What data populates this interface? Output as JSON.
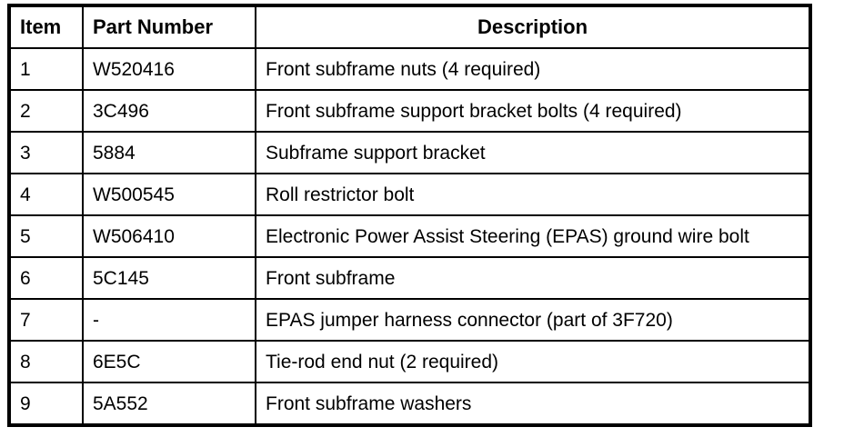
{
  "table": {
    "headers": [
      "Item",
      "Part Number",
      "Description"
    ],
    "rows": [
      {
        "item": "1",
        "part": "W520416",
        "desc": "Front subframe nuts (4 required)"
      },
      {
        "item": "2",
        "part": "3C496",
        "desc": "Front subframe support bracket bolts (4 required)"
      },
      {
        "item": "3",
        "part": "5884",
        "desc": "Subframe support bracket"
      },
      {
        "item": "4",
        "part": "W500545",
        "desc": "Roll restrictor bolt"
      },
      {
        "item": "5",
        "part": "W506410",
        "desc": "Electronic Power Assist Steering (EPAS) ground wire bolt"
      },
      {
        "item": "6",
        "part": "5C145",
        "desc": "Front subframe"
      },
      {
        "item": "7",
        "part": "-",
        "desc": "EPAS jumper harness connector (part of 3F720)"
      },
      {
        "item": "8",
        "part": "6E5C",
        "desc": "Tie-rod end nut (2 required)"
      },
      {
        "item": "9",
        "part": "5A552",
        "desc": "Front subframe washers"
      }
    ],
    "colors": {
      "border": "#000000",
      "text": "#000000",
      "background": "#ffffff"
    }
  }
}
